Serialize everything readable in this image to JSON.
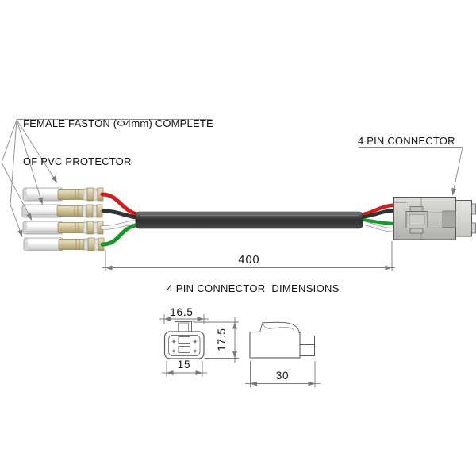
{
  "labels": {
    "faston_line1": "FEMALE FASTON (Φ4mm) COMPLETE",
    "faston_line2": "OF PVC PROTECTOR",
    "connector": "4 PIN CONNECTOR",
    "dimensions_title": "4 PIN CONNECTOR  DIMENSIONS"
  },
  "dimensions": {
    "cable_length": "400",
    "front_width_top": "16.5",
    "front_width_bottom": "15",
    "front_height": "17.5",
    "side_length": "30"
  },
  "parts": {
    "terminal_count": 4,
    "terminal_type": "female faston 4mm with PVC protector",
    "connector_type": "4 pin connector",
    "wire_order_top_to_bottom": [
      "red",
      "black",
      "white",
      "green"
    ]
  },
  "colors": {
    "wires": {
      "red": "#cf1f1f",
      "black": "#333333",
      "white": "#f4f4f4",
      "white_outline": "#8f8f8f",
      "green": "#17992b"
    },
    "cable_sheath": "#3c3c3c",
    "connector_body": "#c9c9c5",
    "terminal_sleeve": "#ececec",
    "terminal_crimp": "#d0c29a",
    "drawing_lines": "#6b6b6b"
  }
}
